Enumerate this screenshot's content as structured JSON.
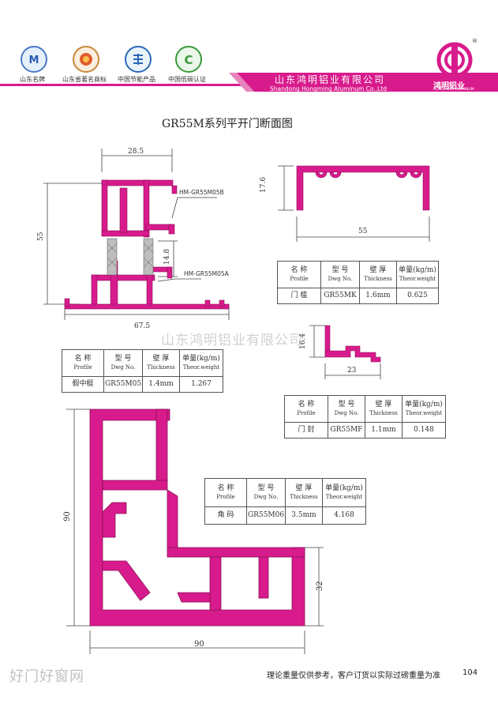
{
  "header": {
    "certs": [
      {
        "label": "山东名牌",
        "icon": "shandong-brand-icon"
      },
      {
        "label": "山东省著名商标",
        "icon": "famous-trademark-icon"
      },
      {
        "label": "中国节能产品",
        "icon": "energy-saving-icon"
      },
      {
        "label": "中国低碳认证",
        "icon": "low-carbon-icon"
      }
    ],
    "company_cn": "山东鸿明铝业有限公司",
    "company_en": "Shandong Hongming Aluminum Co.,Ltd",
    "logo_text": "鸿明铝业",
    "logo_sub": "HONGMING ALUMINUM",
    "logo_mark": "®",
    "accent": "#d81b8c"
  },
  "page_title": "GR55M系列平开门断面图",
  "drawing1": {
    "dims": {
      "top": "28.5",
      "height": "55",
      "mid": "14.8",
      "bottom": "67.5"
    },
    "callouts": {
      "upper": "HM-GR55M05B",
      "lower": "HM-GR55M05A"
    }
  },
  "drawing2": {
    "dims": {
      "width": "55",
      "height": "17.6"
    }
  },
  "drawing3": {
    "dims": {
      "width": "23",
      "height": "16.4"
    }
  },
  "drawing4": {
    "dims": {
      "width": "90",
      "height": "90",
      "inner": "32"
    }
  },
  "table_headers": {
    "name_cn": "名 称",
    "name_en": "Profile",
    "dwg_cn": "型 号",
    "dwg_en": "Dwg No.",
    "thick_cn": "壁 厚",
    "thick_en": "Thickness",
    "weight_cn": "单量(kg/m)",
    "weight_en": "Theor.weight"
  },
  "tables": [
    {
      "name": "门 槛",
      "dwg": "GR55MK",
      "thickness": "1.6mm",
      "weight": "0.625"
    },
    {
      "name": "假中梃",
      "dwg": "GR55M05",
      "thickness": "1.4mm",
      "weight": "1.267"
    },
    {
      "name": "门 封",
      "dwg": "GR55MF",
      "thickness": "1.1mm",
      "weight": "0.148"
    },
    {
      "name": "角 码",
      "dwg": "GR55M06",
      "thickness": "3.5mm",
      "weight": "4.168"
    }
  ],
  "watermark_center": "山东鸿明铝业有限公司",
  "watermark_bottom": "好门好窗网",
  "footer": {
    "note": "理论重量仅供参考，客户订货以实际过磅重量为准",
    "page": "104"
  }
}
